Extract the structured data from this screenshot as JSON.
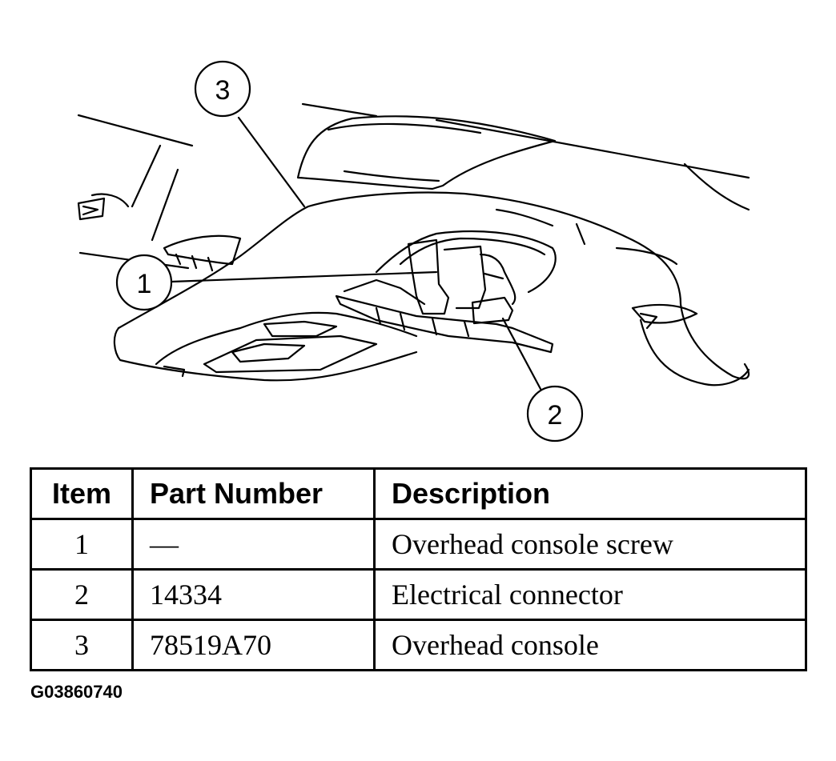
{
  "callouts": [
    "1",
    "2",
    "3"
  ],
  "table": {
    "headers": [
      "Item",
      "Part Number",
      "Description"
    ],
    "rows": [
      {
        "item": "1",
        "part_number": "—",
        "description": "Overhead console screw"
      },
      {
        "item": "2",
        "part_number": "14334",
        "description": "Electrical connector"
      },
      {
        "item": "3",
        "part_number": "78519A70",
        "description": "Overhead console"
      }
    ]
  },
  "figure_code": "G03860740"
}
